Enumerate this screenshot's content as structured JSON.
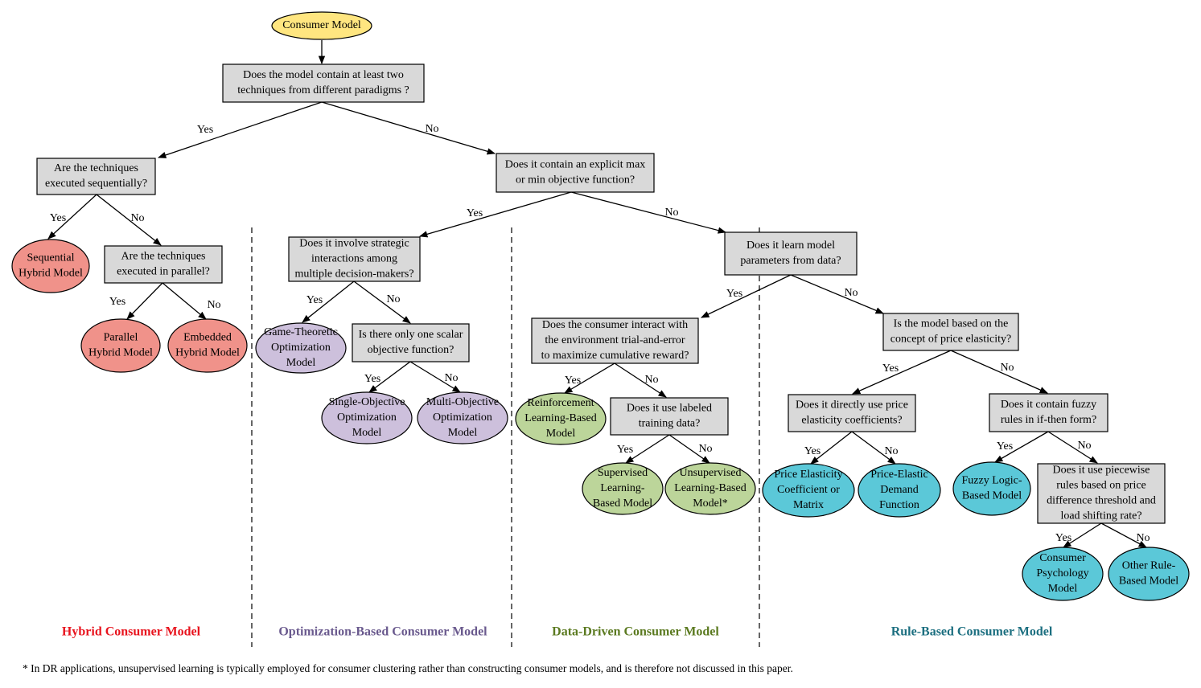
{
  "colors": {
    "question": "#d9d9d9",
    "start": "#ffe680",
    "hybrid": "#f0928a",
    "optimization": "#cdc0dc",
    "data_driven": "#bcd59a",
    "rule_based": "#5bc8d8",
    "hybrid_label": "#e8141e",
    "optimization_label": "#6a5a8e",
    "data_driven_label": "#5b7a20",
    "rule_based_label": "#1c6f80"
  },
  "nodes": {
    "n0": [
      "Consumer Model"
    ],
    "n1": [
      "Does the model contain at least two",
      "techniques from different paradigms ?"
    ],
    "n2": [
      "Are the techniques",
      "executed sequentially?"
    ],
    "n3": [
      "Does it contain an explicit max",
      "or min objective function?"
    ],
    "n4": [
      "Sequential",
      "Hybrid Model"
    ],
    "n5": [
      "Are the techniques",
      "executed in parallel?"
    ],
    "n6": [
      "Parallel",
      "Hybrid Model"
    ],
    "n7": [
      "Embedded",
      "Hybrid Model"
    ],
    "n8": [
      "Does it involve strategic",
      "interactions among",
      "multiple decision-makers?"
    ],
    "n9": [
      "Does it learn model",
      "parameters from data?"
    ],
    "n10": [
      "Game-Theoretic",
      "Optimization",
      "Model"
    ],
    "n11": [
      "Is there only one scalar",
      "objective function?"
    ],
    "n12": [
      "Single-Objective",
      "Optimization",
      "Model"
    ],
    "n13": [
      "Multi-Objective",
      "Optimization",
      "Model"
    ],
    "n14": [
      "Does the consumer interact with",
      "the environment trial-and-error",
      "to maximize cumulative reward?"
    ],
    "n15": [
      "Is the model based on the",
      "concept of price elasticity?"
    ],
    "n16": [
      "Reinforcement",
      "Learning-Based",
      "Model"
    ],
    "n17": [
      "Does it use labeled",
      "training data?"
    ],
    "n18": [
      "Supervised",
      "Learning-",
      "Based Model"
    ],
    "n19": [
      "Unsupervised",
      "Learning-Based",
      "Model*"
    ],
    "n20": [
      "Does it directly use price",
      "elasticity coefficients?"
    ],
    "n21": [
      "Does it contain fuzzy",
      "rules in if-then form?"
    ],
    "n22": [
      "Price Elasticity",
      "Coefficient or",
      "Matrix"
    ],
    "n23": [
      "Price-Elastic",
      "Demand",
      "Function"
    ],
    "n24": [
      "Fuzzy Logic-",
      "Based Model"
    ],
    "n25": [
      "Does it use piecewise",
      "rules based on price",
      "difference threshold and",
      "load shifting rate?"
    ],
    "n26": [
      "Consumer",
      "Psychology",
      "Model"
    ],
    "n27": [
      "Other Rule-",
      "Based Model"
    ]
  },
  "edge_labels": {
    "yes": "Yes",
    "no": "No"
  },
  "categories": {
    "hybrid": "Hybrid Consumer Model",
    "optimization": "Optimization-Based Consumer Model",
    "data_driven": "Data-Driven Consumer Model",
    "rule_based": "Rule-Based Consumer Model"
  },
  "footnote": "* In DR applications, unsupervised learning is typically employed for consumer clustering  rather than constructing consumer models, and is therefore not discussed in this paper."
}
